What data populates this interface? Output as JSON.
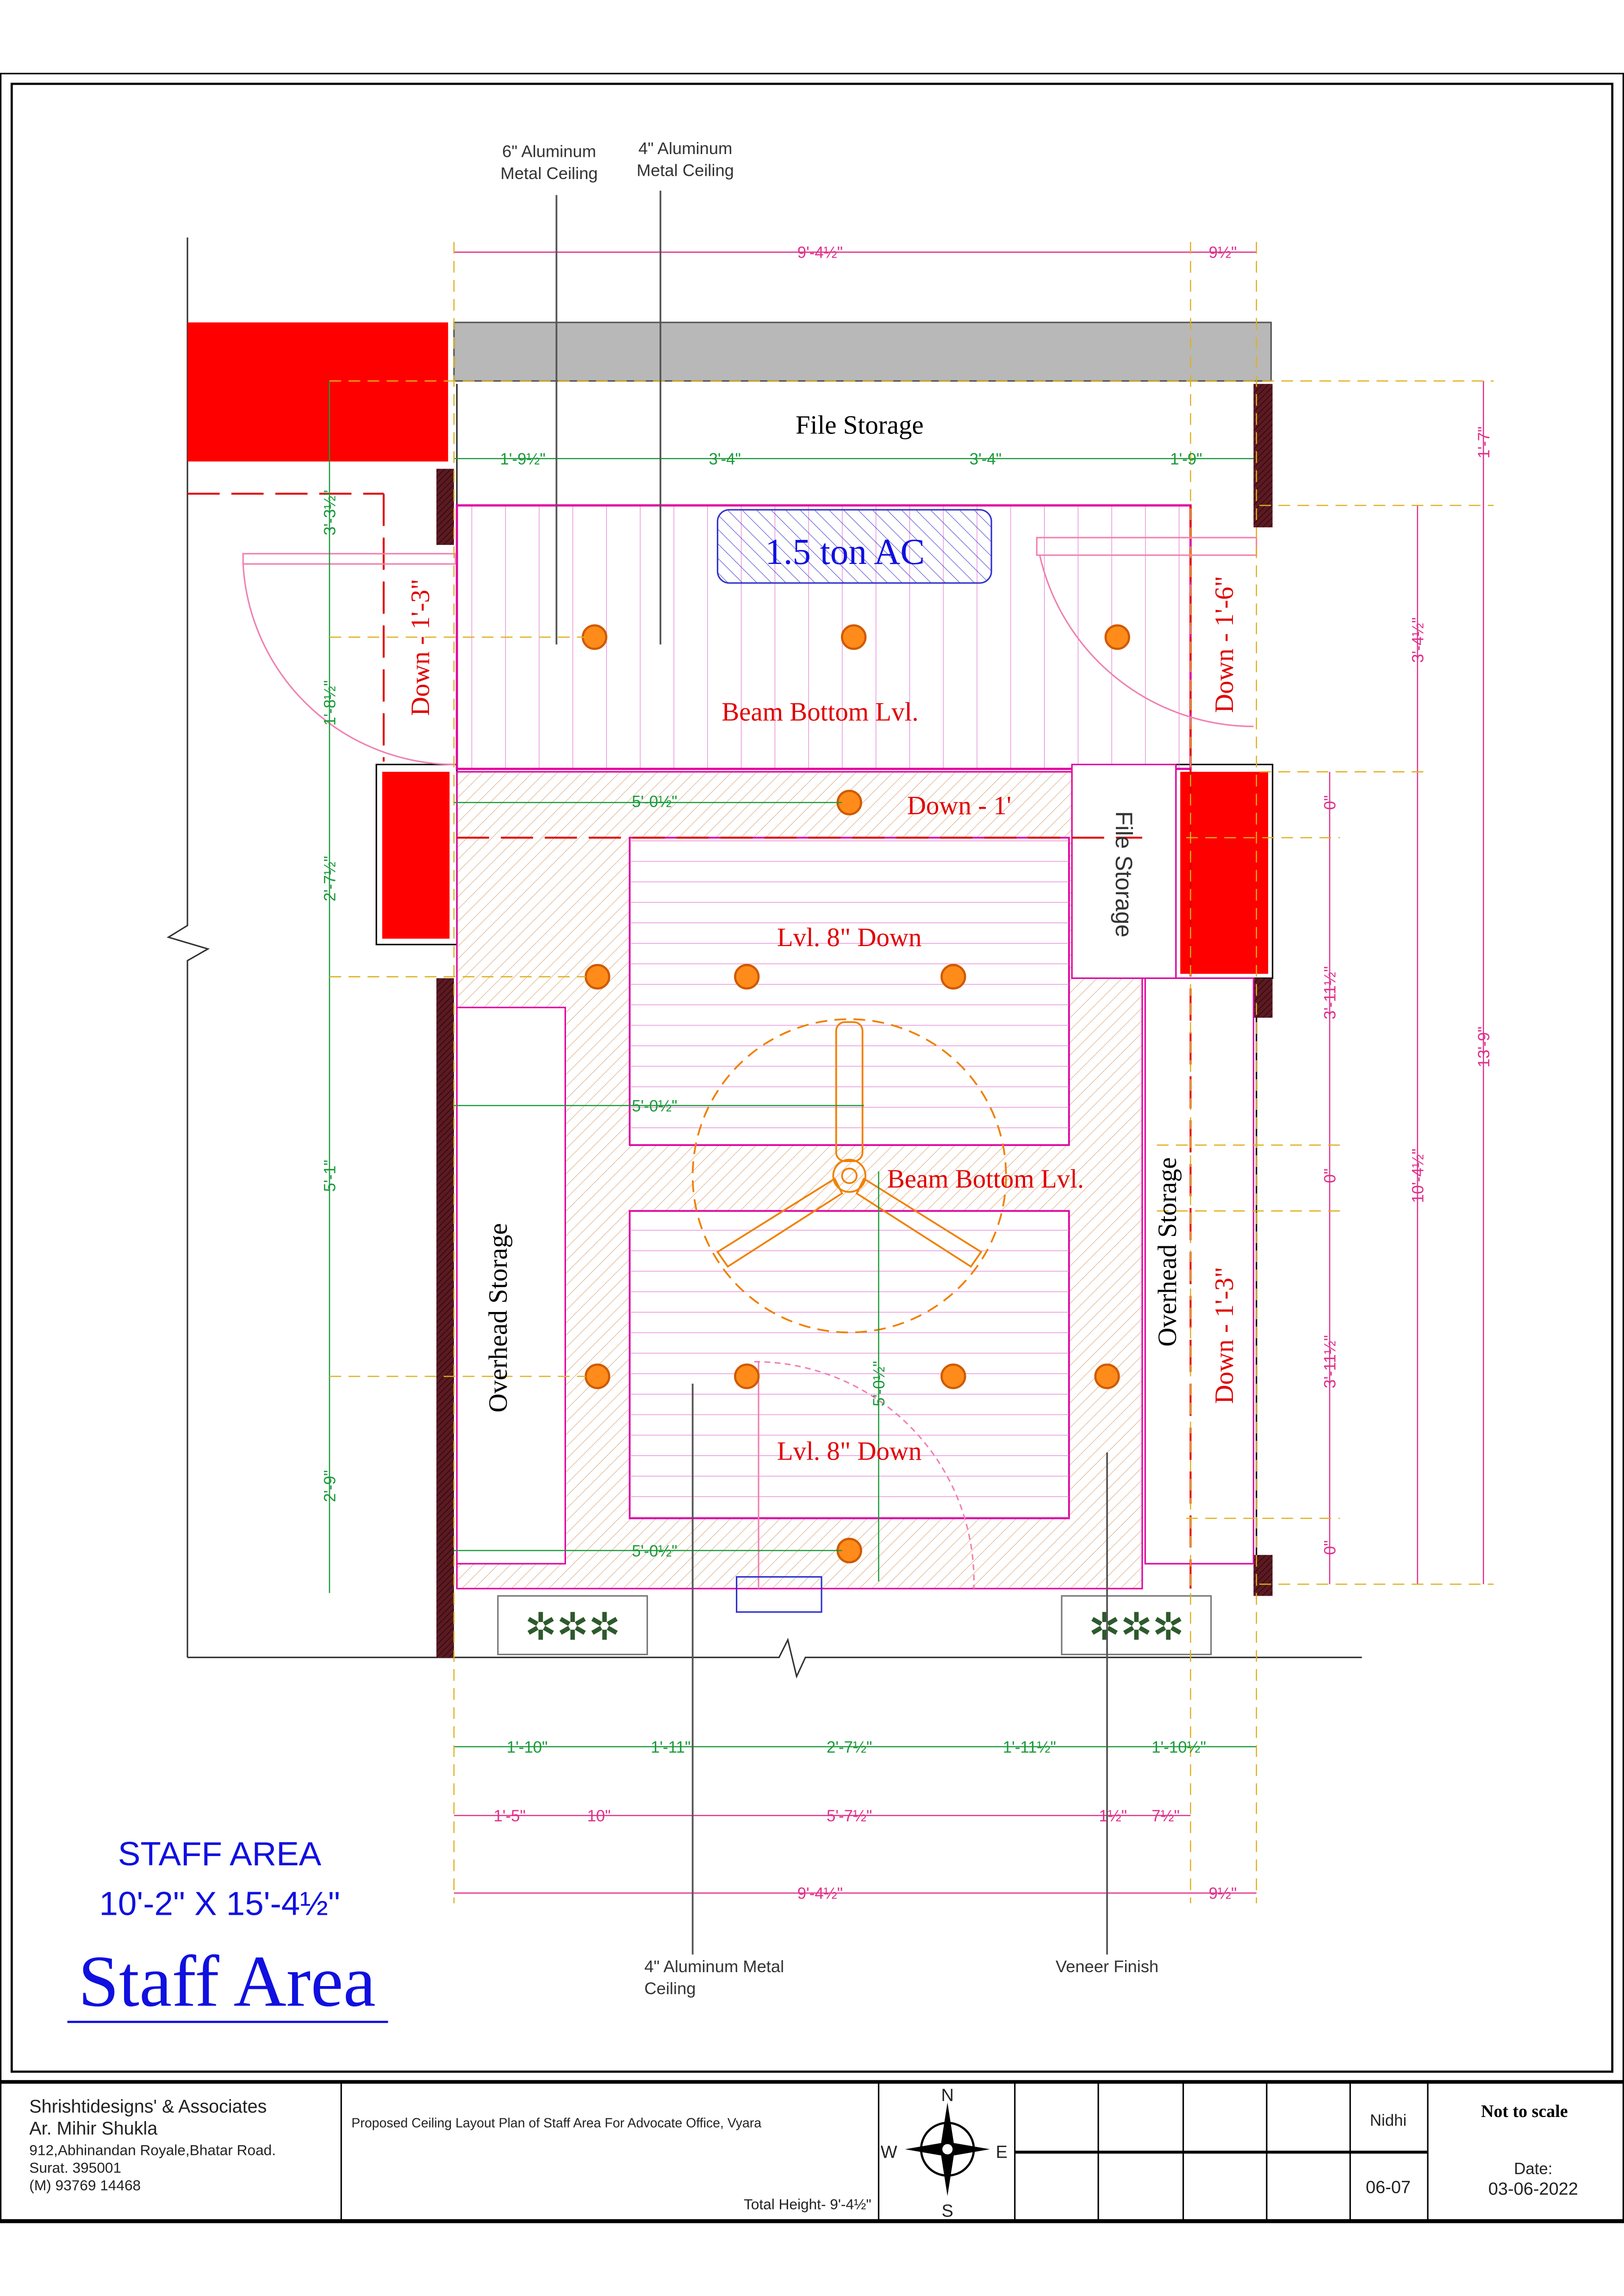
{
  "drawing": {
    "callouts": {
      "top_left": [
        "6\" Aluminum",
        "Metal Ceiling"
      ],
      "top_right": [
        "4\" Aluminum",
        "Metal Ceiling"
      ],
      "bottom_left": [
        "4\" Aluminum Metal",
        "Ceiling"
      ],
      "bottom_right": "Veneer Finish"
    },
    "labels": {
      "file_storage_top": "File Storage",
      "file_storage_right": "File Storage",
      "ac": "1.5 ton AC",
      "beam_bottom_1": "Beam Bottom Lvl.",
      "beam_bottom_2": "Beam Bottom Lvl.",
      "down_left": "Down - 1'-3\"",
      "down_right_top": "Down - 1'-6\"",
      "down_mid": "Down - 1'",
      "down_right_bottom": "Down - 1'-3\"",
      "lvl_down_1": "Lvl. 8\" Down",
      "lvl_down_2": "Lvl. 8\" Down",
      "overhead_left": "Overhead Storage",
      "overhead_right": "Overhead Storage"
    },
    "dims": {
      "top_overall": "9'-4½\"",
      "top_right": "9½\"",
      "top_row": [
        "1'-9½\"",
        "3'-4\"",
        "3'-4\"",
        "1'-9\""
      ],
      "left_col": [
        "3'-3½\"",
        "1'-8½\"",
        "2'-7½\"",
        "5'-1\"",
        "2'-9\""
      ],
      "right_col": [
        "0\"",
        "3'-11½\"",
        "0\"",
        "3'-11½\"",
        "0\""
      ],
      "right_far_1": [
        "3'-4½\"",
        "10'-4½\""
      ],
      "right_far_2": [
        "1'-7\"",
        "13'-9\""
      ],
      "interior": [
        "5'-0½\"",
        "5'-0½\"",
        "5'-0½\"",
        "5'-0½\""
      ],
      "bottom_row_1": [
        "1'-10\"",
        "1'-11\"",
        "2'-7½\"",
        "1'-11½\"",
        "1'-10½\""
      ],
      "bottom_row_2": [
        "1'-5\"",
        "10\"",
        "5'-7½\"",
        "1½\"",
        "7½\""
      ],
      "bottom_overall": "9'-4½\"",
      "bottom_right": "9½\""
    },
    "title": {
      "heading": "STAFF AREA",
      "size": "10'-2\" X 15'-4½\"",
      "name": "Staff Area"
    }
  },
  "title_block": {
    "firm": "Shrishtidesigns' & Associates",
    "architect": "Ar. Mihir Shukla",
    "address1": "912,Abhinandan Royale,Bhatar Road.",
    "address2": "Surat. 395001",
    "phone": "(M) 93769 14468",
    "description": "Proposed  Ceiling Layout Plan of Staff Area For Advocate Office, Vyara",
    "total_height": "Total Height- 9'-4½\"",
    "compass": {
      "n": "N",
      "s": "S",
      "e": "E",
      "w": "W"
    },
    "drawn_by": "Nidhi",
    "sheet": "06-07",
    "scale": "Not  to scale",
    "date_label": "Date:",
    "date": "03-06-2022"
  },
  "colors": {
    "accent_blue": "#1010e0",
    "red": "#ff0000",
    "magenta": "#e000a0",
    "dim_green": "#1a9a3a"
  }
}
